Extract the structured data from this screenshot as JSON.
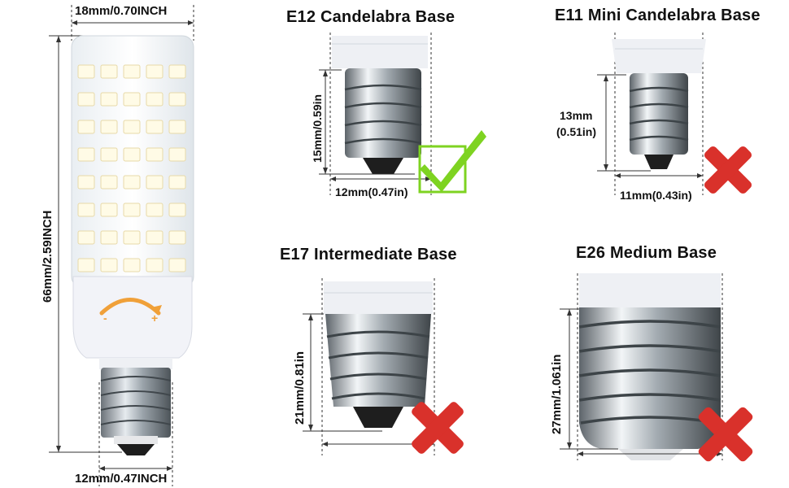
{
  "bulb": {
    "width_label": "18mm/0.70INCH",
    "height_label": "66mm/2.59INCH",
    "base_label": "12mm/0.47INCH",
    "dimmer_minus": "-",
    "dimmer_plus": "+"
  },
  "panels": [
    {
      "title": "E12 Candelabra Base",
      "height_label": "15mm/0.59in",
      "width_label": "12mm(0.47in)",
      "status": "compatible"
    },
    {
      "title": "E11 Mini Candelabra Base",
      "height_label_line1": "13mm",
      "height_label_line2": "(0.51in)",
      "width_label": "11mm(0.43in)",
      "status": "incompatible"
    },
    {
      "title": "E17 Intermediate Base",
      "height_label": "21mm/0.81in",
      "status": "incompatible"
    },
    {
      "title": "E26 Medium Base",
      "height_label": "27mm/1.061in",
      "status": "incompatible"
    }
  ],
  "colors": {
    "check": "#7ed321",
    "cross": "#d9312b",
    "led": "#fffbe6"
  }
}
